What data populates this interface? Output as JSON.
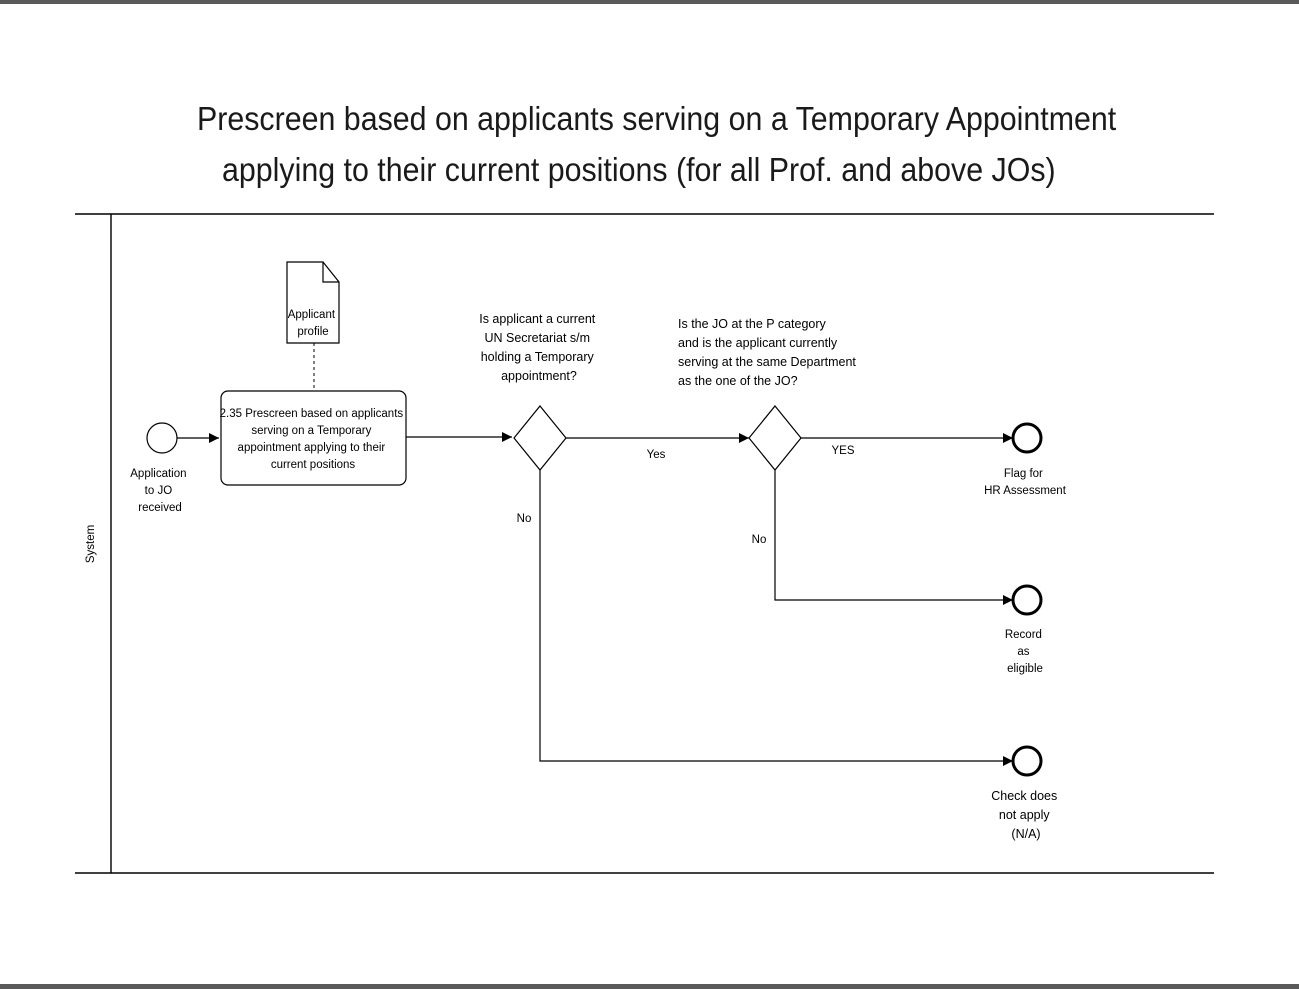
{
  "title": {
    "line1": "Prescreen based on applicants serving on a Temporary Appointment",
    "line2": "applying to their current positions (for all Prof. and above JOs)"
  },
  "lane": {
    "label": "System"
  },
  "start_event": {
    "label_lines": [
      "Application",
      "to JO",
      "received"
    ]
  },
  "data_object": {
    "label_lines": [
      "Applicant",
      "profile"
    ]
  },
  "task": {
    "label_lines": [
      "2.35 Prescreen based on applicants",
      "serving on a Temporary",
      "appointment applying to their",
      "current positions"
    ]
  },
  "gateway1": {
    "question_lines": [
      "Is applicant a current",
      "UN Secretariat s/m",
      "holding a Temporary",
      "appointment?"
    ],
    "yes_label": "Yes",
    "no_label": "No"
  },
  "gateway2": {
    "question_lines": [
      "Is the JO at the P category",
      "and is the applicant currently",
      "serving at the same Department",
      "as the one of the JO?"
    ],
    "yes_label": "YES",
    "no_label": "No"
  },
  "end_events": [
    {
      "label_lines": [
        "Flag for",
        "HR Assessment"
      ]
    },
    {
      "label_lines": [
        "Record",
        "as",
        "eligible"
      ]
    },
    {
      "label_lines": [
        "Check does",
        "not apply",
        "(N/A)"
      ]
    }
  ]
}
